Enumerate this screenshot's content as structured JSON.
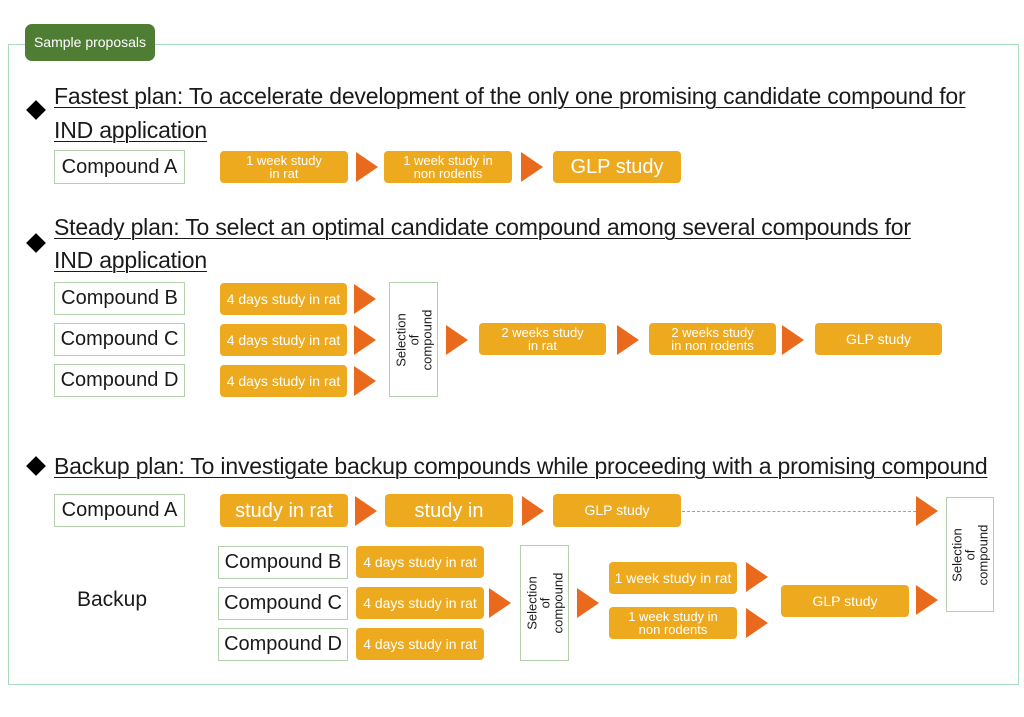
{
  "tab_label": "Sample proposals",
  "colors": {
    "tab": "#4e7d33",
    "frame": "#a8dcbf",
    "study_box": "#edaa1f",
    "arrow": "#ea6a1d",
    "compound_border": "#b5d0ad"
  },
  "fastest": {
    "heading_line1": "Fastest plan: To accelerate development of the only one promising candidate compound for",
    "heading_line2": "IND application",
    "compound": "Compound A",
    "steps": [
      "1 week study\nin rat",
      "1 week study in\nnon rodents",
      "GLP study"
    ]
  },
  "steady": {
    "heading_line1": "Steady plan: To select an optimal candidate compound among several compounds for",
    "heading_line2": "IND application",
    "compounds": [
      "Compound B",
      "Compound C",
      "Compound D"
    ],
    "initial_step": "4 days study in rat",
    "selection": "Selection of\ncompound",
    "steps": [
      "2 weeks study\nin rat",
      "2 weeks study\nin non rodents",
      "GLP study"
    ]
  },
  "backup": {
    "heading": "Backup plan: To investigate backup compounds while proceeding with a promising compound",
    "main_compound": "Compound A",
    "main_steps": [
      "study in rat",
      "study in",
      "GLP study"
    ],
    "backup_label": "Backup",
    "compounds": [
      "Compound B",
      "Compound C",
      "Compound D"
    ],
    "initial_step": "4 days study in rat",
    "selection": "Selection of\ncompound",
    "branch_steps": [
      "1 week study in rat",
      "1 week study in\nnon rodents"
    ],
    "glp_step": "GLP study",
    "final_selection": "Selection of\ncompound"
  }
}
